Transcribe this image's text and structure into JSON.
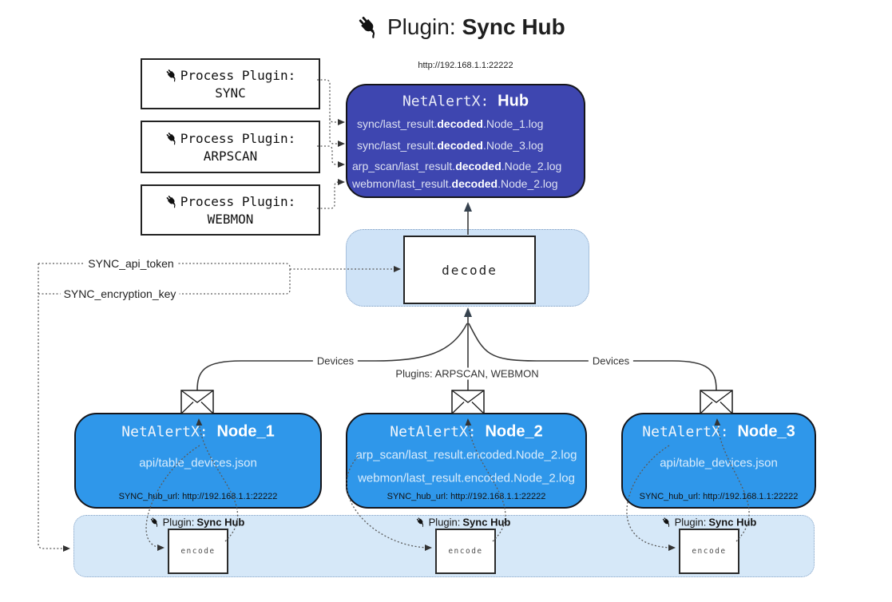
{
  "title": {
    "prefix": "Plugin: ",
    "bold": "Sync Hub"
  },
  "process_plugins": [
    {
      "label": "Process Plugin:",
      "name": "SYNC"
    },
    {
      "label": "Process Plugin:",
      "name": "ARPSCAN"
    },
    {
      "label": "Process Plugin:",
      "name": "WEBMON"
    }
  ],
  "hub": {
    "url": "http://192.168.1.1:22222",
    "title_mono": "NetAlertX: ",
    "title_bold": "Hub",
    "files": [
      {
        "prefix": "sync/last_result.",
        "bold": "decoded",
        "suffix": ".Node_1.log"
      },
      {
        "prefix": "sync/last_result.",
        "bold": "decoded",
        "suffix": ".Node_3.log"
      },
      {
        "prefix": "arp_scan/last_result.",
        "bold": "decoded",
        "suffix": ".Node_2.log"
      },
      {
        "prefix": "webmon/last_result.",
        "bold": "decoded",
        "suffix": ".Node_2.log"
      }
    ]
  },
  "decode": {
    "label": "decode"
  },
  "secrets": {
    "api_token": "SYNC_api_token",
    "encryption_key": "SYNC_encryption_key"
  },
  "edges": {
    "devices_left": "Devices",
    "devices_right": "Devices",
    "plugins_middle": "Plugins: ARPSCAN, WEBMON"
  },
  "nodes": [
    {
      "title_mono": "NetAlertX: ",
      "title_bold": "Node_1",
      "files": [
        "api/table_devices.json"
      ],
      "footer": "SYNC_hub_url: http://192.168.1.1:22222"
    },
    {
      "title_mono": "NetAlertX: ",
      "title_bold": "Node_2",
      "files": [
        "arp_scan/last_result.encoded.Node_2.log",
        "webmon/last_result.encoded.Node_2.log"
      ],
      "footer": "SYNC_hub_url: http://192.168.1.1:22222"
    },
    {
      "title_mono": "NetAlertX: ",
      "title_bold": "Node_3",
      "files": [
        "api/table_devices.json"
      ],
      "footer": "SYNC_hub_url: http://192.168.1.1:22222"
    }
  ],
  "encoders": [
    {
      "plain": "Plugin: ",
      "bold": "Sync Hub",
      "box": "encode"
    },
    {
      "plain": "Plugin: ",
      "bold": "Sync Hub",
      "box": "encode"
    },
    {
      "plain": "Plugin: ",
      "bold": "Sync Hub",
      "box": "encode"
    }
  ],
  "icons": {
    "plug": "plug-icon",
    "envelope": "envelope-icon"
  },
  "colors": {
    "hub_fill": "#3e46b0",
    "node_fill": "#2f97ea",
    "encoder_panel_fill": "#d6e8f8",
    "decode_panel_fill": "#cfe3f7",
    "line_dark": "#3a3a3a",
    "hub_text": "#dde1f2",
    "node_text": "#d9ecfc"
  }
}
